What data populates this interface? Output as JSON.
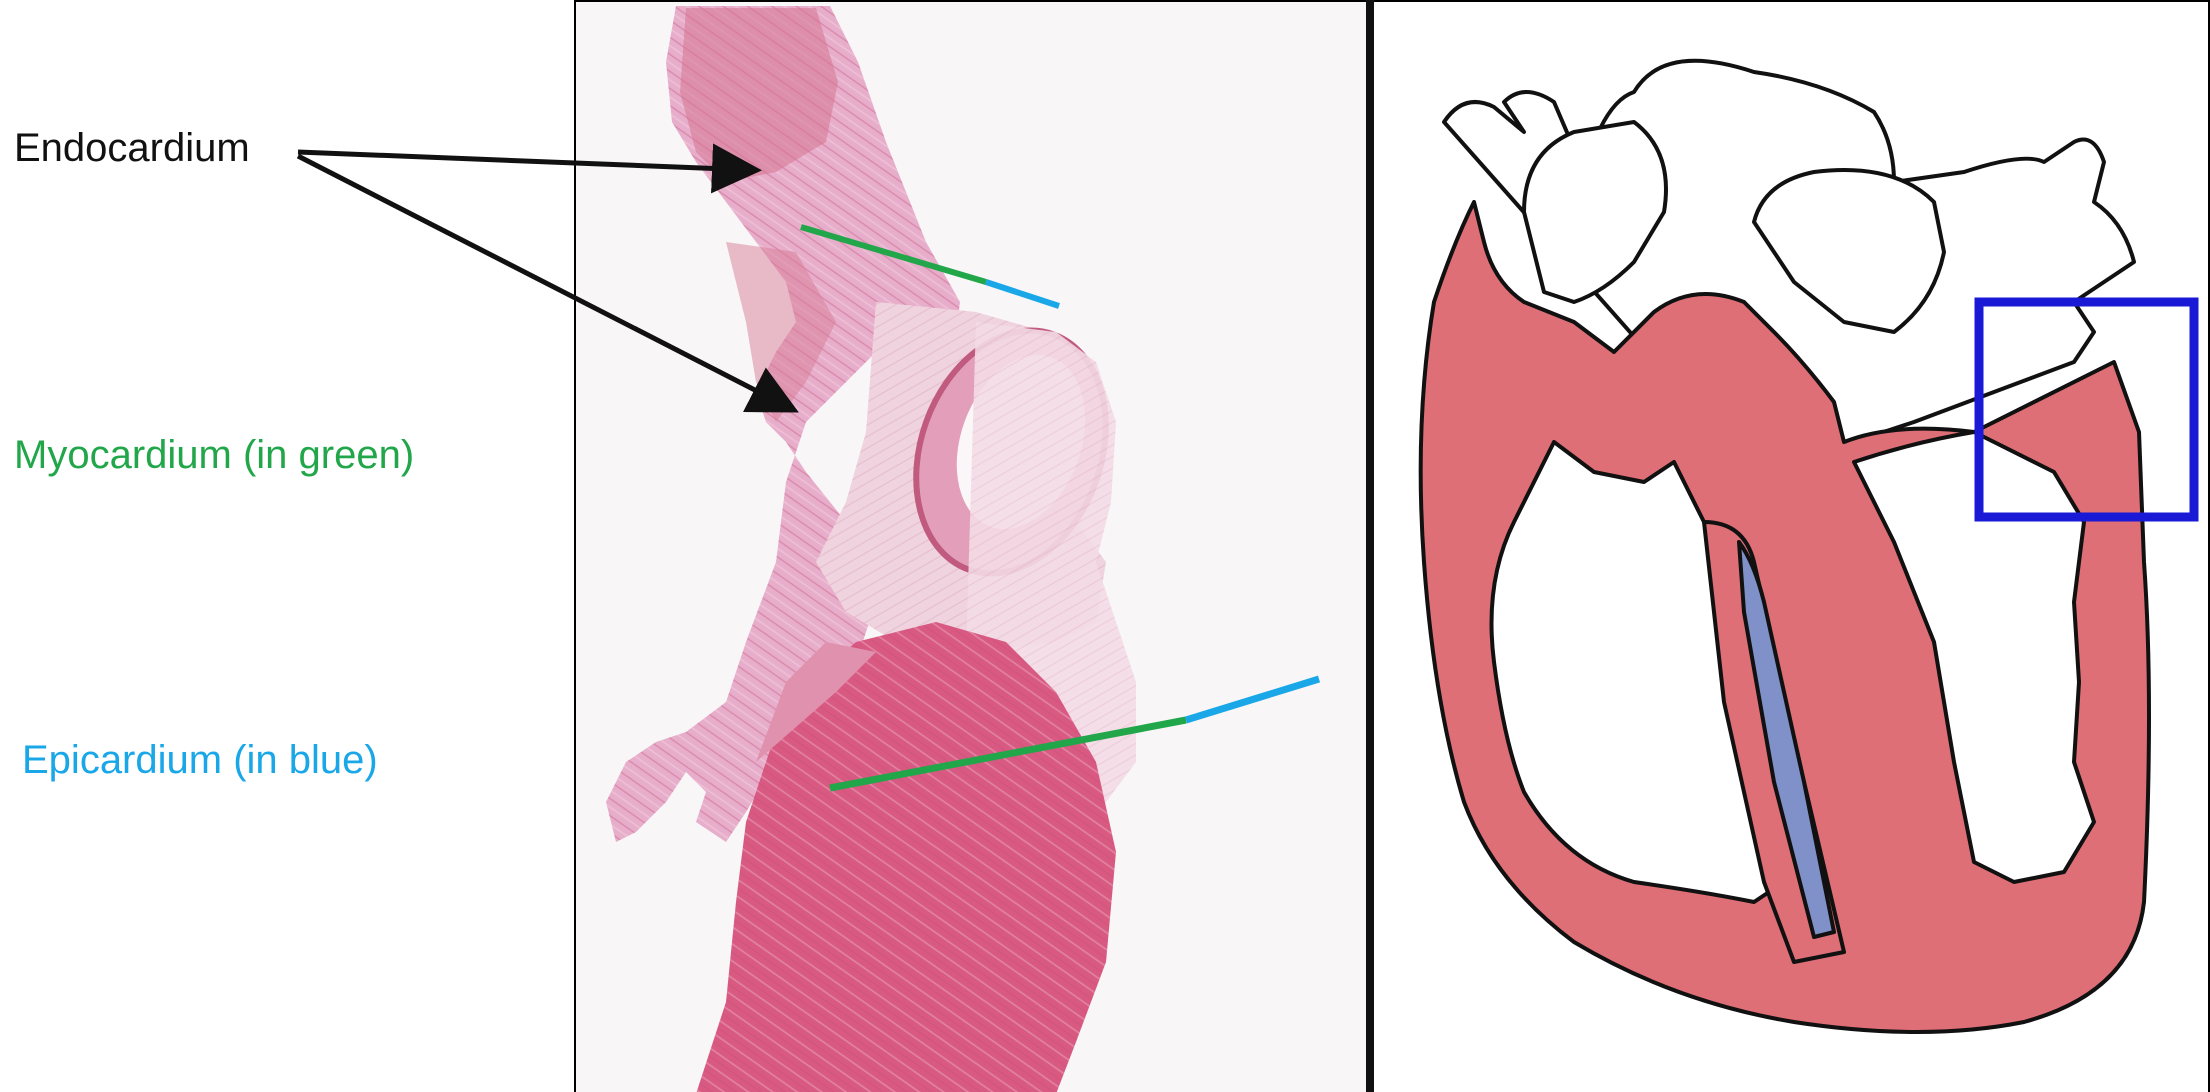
{
  "labels": {
    "endocardium": "Endocardium",
    "myocardium": "Myocardium (in green)",
    "epicardium": "Epicardium (in blue)"
  },
  "colors": {
    "endocardium_label": "#111111",
    "myocardium": "#22a64a",
    "epicardium": "#1aa7e8",
    "tissue_light": "#e6a9c4",
    "tissue_dark": "#d4527a",
    "heart_muscle": "#df6f76",
    "conduction": "#8090c8",
    "highlight_box": "#1a1ad6"
  },
  "icons": {
    "arrow": "black-arrow-icon",
    "highlight": "blue-square-highlight"
  }
}
